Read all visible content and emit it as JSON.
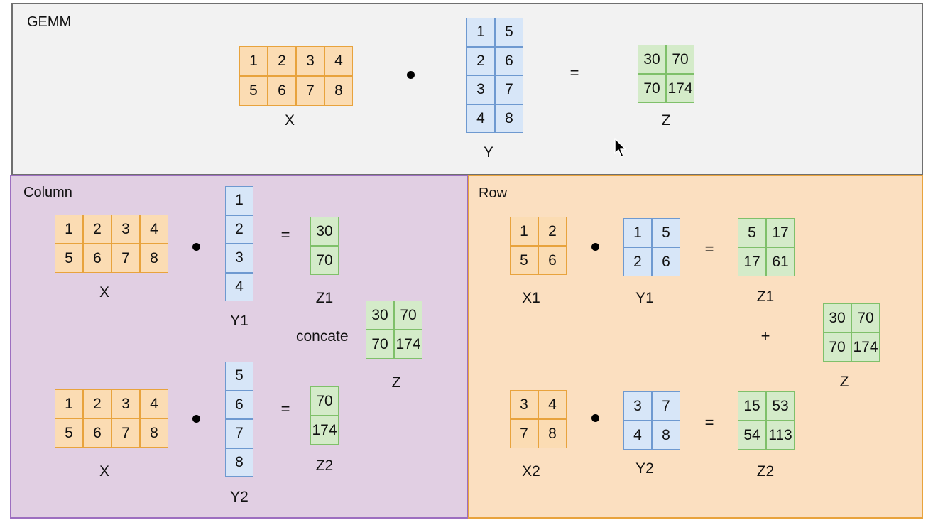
{
  "gemm": {
    "title": "GEMM",
    "x": {
      "label": "X",
      "cells": [
        "1",
        "2",
        "3",
        "4",
        "5",
        "6",
        "7",
        "8"
      ]
    },
    "y": {
      "label": "Y",
      "cells": [
        "1",
        "5",
        "2",
        "6",
        "3",
        "7",
        "4",
        "8"
      ]
    },
    "z": {
      "label": "Z",
      "cells": [
        "30",
        "70",
        "70",
        "174"
      ]
    },
    "equals": "="
  },
  "column": {
    "title": "Column",
    "x_top": {
      "label": "X",
      "cells": [
        "1",
        "2",
        "3",
        "4",
        "5",
        "6",
        "7",
        "8"
      ]
    },
    "y1": {
      "label": "Y1",
      "cells": [
        "1",
        "2",
        "3",
        "4"
      ]
    },
    "z1": {
      "label": "Z1",
      "cells": [
        "30",
        "70"
      ]
    },
    "x_bottom": {
      "label": "X",
      "cells": [
        "1",
        "2",
        "3",
        "4",
        "5",
        "6",
        "7",
        "8"
      ]
    },
    "y2": {
      "label": "Y2",
      "cells": [
        "5",
        "6",
        "7",
        "8"
      ]
    },
    "z2": {
      "label": "Z2",
      "cells": [
        "70",
        "174"
      ]
    },
    "concat_label": "concate",
    "z": {
      "label": "Z",
      "cells": [
        "30",
        "70",
        "70",
        "174"
      ]
    },
    "equals_top": "=",
    "equals_bottom": "="
  },
  "row": {
    "title": "Row",
    "x1": {
      "label": "X1",
      "cells": [
        "1",
        "2",
        "5",
        "6"
      ]
    },
    "y1": {
      "label": "Y1",
      "cells": [
        "1",
        "5",
        "2",
        "6"
      ]
    },
    "z1": {
      "label": "Z1",
      "cells": [
        "5",
        "17",
        "17",
        "61"
      ]
    },
    "x2": {
      "label": "X2",
      "cells": [
        "3",
        "4",
        "7",
        "8"
      ]
    },
    "y2": {
      "label": "Y2",
      "cells": [
        "3",
        "7",
        "4",
        "8"
      ]
    },
    "z2": {
      "label": "Z2",
      "cells": [
        "15",
        "53",
        "54",
        "113"
      ]
    },
    "plus": "+",
    "z": {
      "label": "Z",
      "cells": [
        "30",
        "70",
        "70",
        "174"
      ]
    },
    "equals_top": "=",
    "equals_bottom": "="
  },
  "colors": {
    "orange_fill": "#fbdcb3",
    "orange_border": "#e8a33d",
    "blue_fill": "#d7e6f8",
    "blue_border": "#6e99d0",
    "green_fill": "#d4ebc9",
    "green_border": "#7fc06a"
  }
}
